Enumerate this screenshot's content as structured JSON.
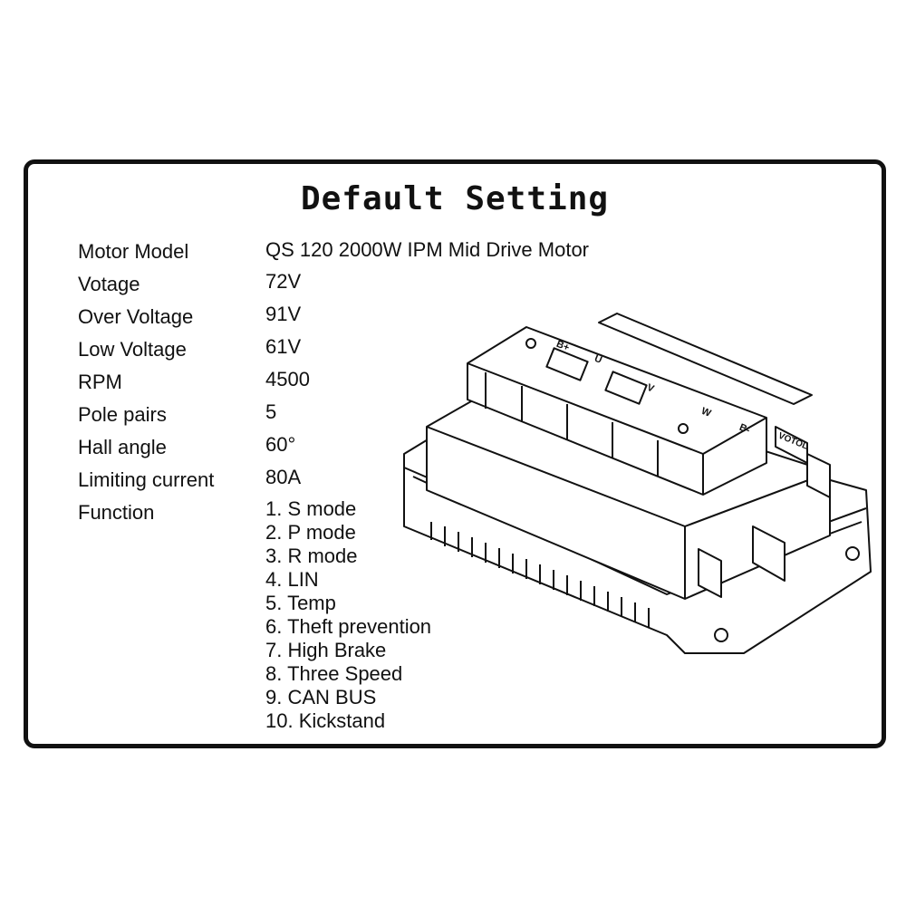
{
  "title": "Default Setting",
  "specs": [
    {
      "label": "Motor Model",
      "value": "QS 120 2000W IPM Mid Drive Motor"
    },
    {
      "label": "Votage",
      "value": "72V"
    },
    {
      "label": "Over Voltage",
      "value": "91V"
    },
    {
      "label": "Low Voltage",
      "value": "61V"
    },
    {
      "label": "RPM",
      "value": "4500"
    },
    {
      "label": "Pole pairs",
      "value": "5"
    },
    {
      "label": "Hall angle",
      "value": "60°"
    },
    {
      "label": "Limiting current",
      "value": "80A"
    }
  ],
  "function": {
    "label": "Function",
    "items": [
      "1. S mode",
      "2. P mode",
      "3. R mode",
      "4. LIN",
      "5. Temp",
      "6. Theft prevention",
      "7. High Brake",
      "8. Three Speed",
      "9. CAN BUS",
      "10. Kickstand"
    ]
  },
  "device": {
    "terminals": [
      "B+",
      "U",
      "V",
      "W",
      "B-"
    ],
    "brand": "VOTOL"
  }
}
